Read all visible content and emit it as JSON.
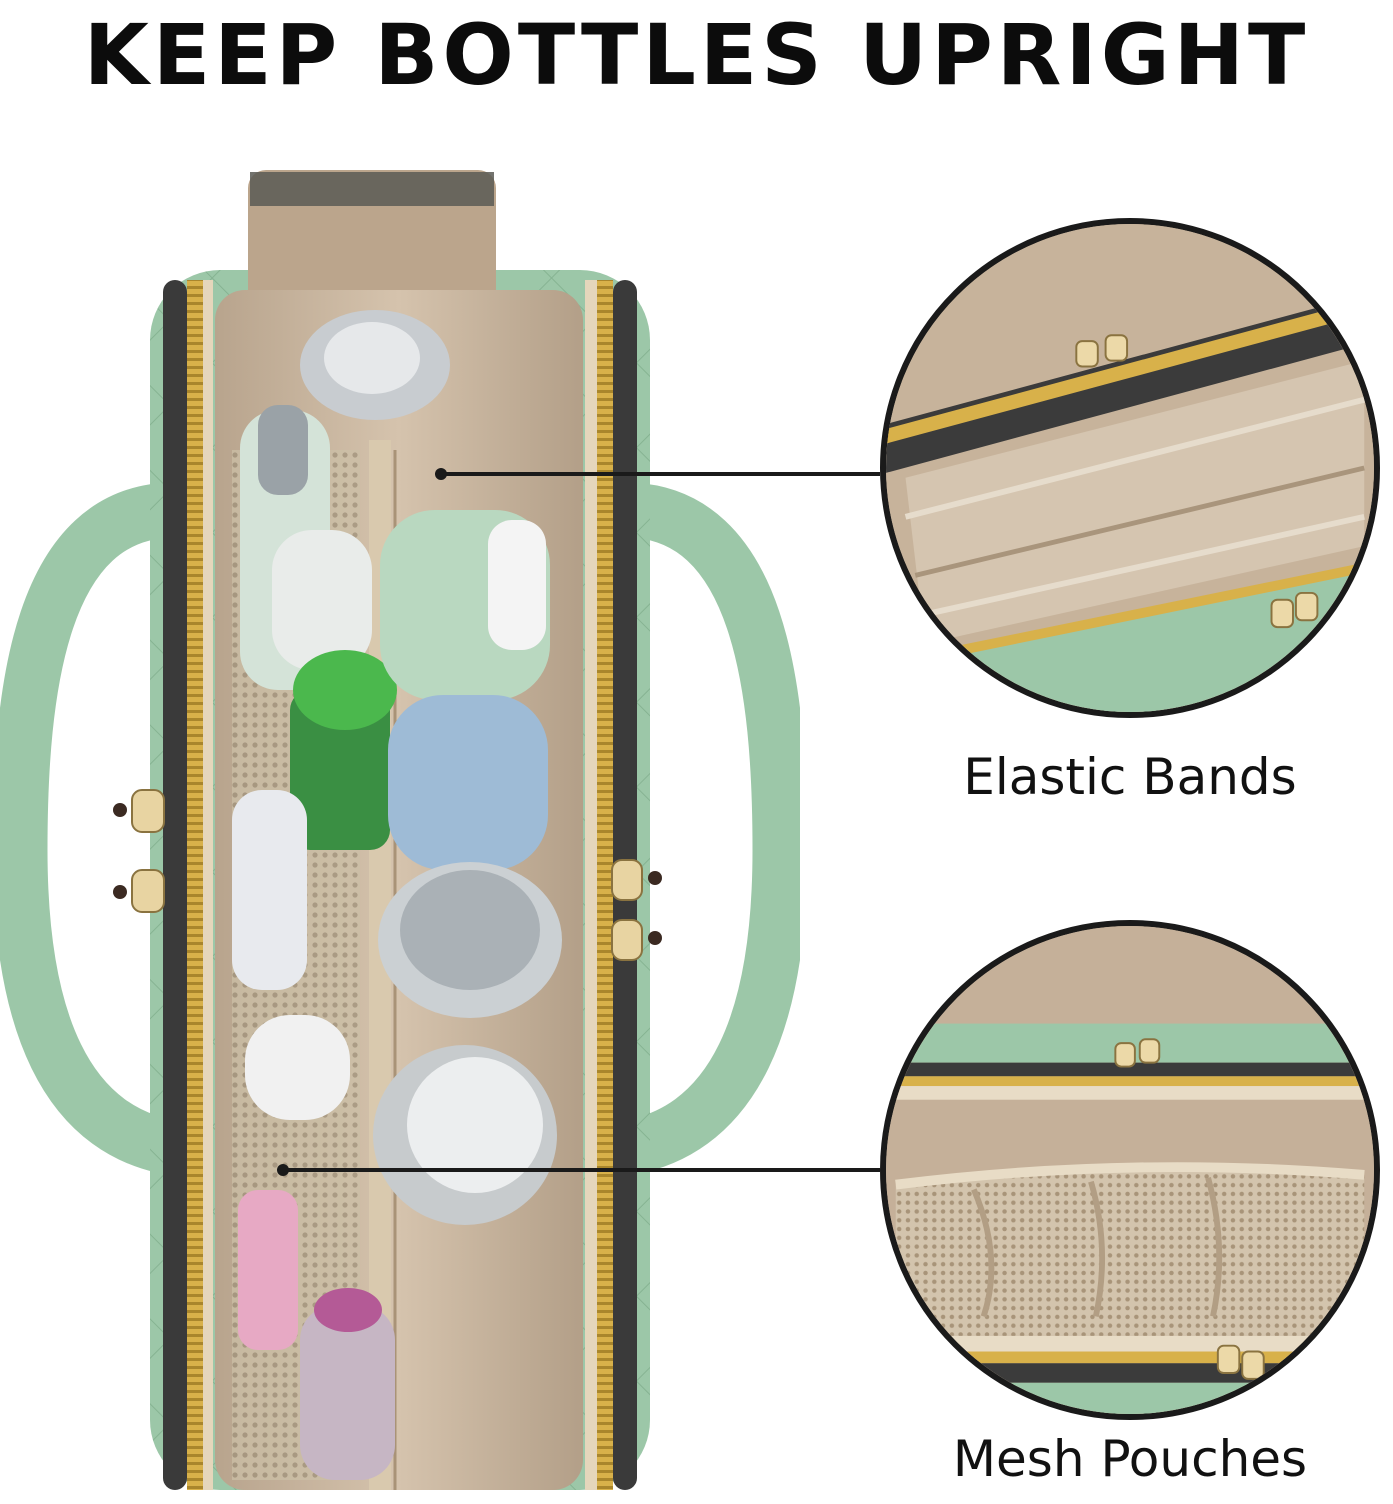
{
  "headline": "KEEP BOTTLES UPRIGHT",
  "callouts": [
    {
      "label": "Elastic Bands"
    },
    {
      "label": "Mesh Pouches"
    }
  ],
  "colors": {
    "bag_green": "#9cc7a8",
    "lining": "#c6b29c",
    "zipper_gold": "#d8b14a",
    "zipper_tape": "#3a3a3a",
    "text": "#0c0c0c"
  }
}
